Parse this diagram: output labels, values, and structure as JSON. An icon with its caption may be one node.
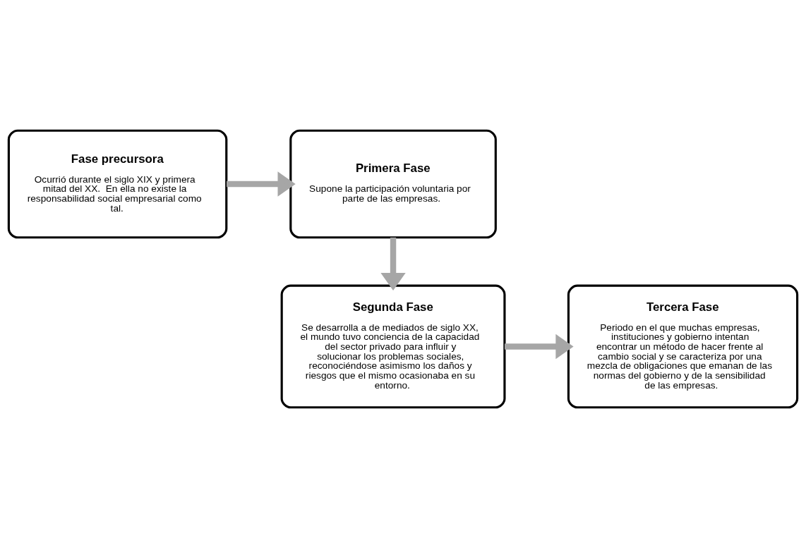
{
  "diagram": {
    "nodes": [
      {
        "text": [
          "Fase precursora",
          "Ocurrió durante el siglo XIX y primera mitad del XX.  En ella no existe la responsabilidad social empresarial como tal."
        ]
      },
      {
        "text": [
          "Primera Fase",
          "Supone la participación voluntaria por parte de las empresas."
        ]
      },
      {
        "text": [
          "Segunda Fase",
          "Se desarrolla a de mediados de siglo XX, el mundo tuvo conciencia de la capacidad del sector privado para influir y solucionar los problemas sociales, reconociéndose asimismo los daños y riesgos que el mismo ocasionaba en su entorno."
        ]
      },
      {
        "text": [
          "Tercera Fase",
          "Periodo en el que muchas empresas, instituciones y gobierno intentan encontrar un método de hacer frente al cambio social y se caracteriza por una mezcla de obligaciones que emanan de las normas del gobierno y de la sensibilidad de las empresas."
        ]
      }
    ],
    "edges": [
      {
        "from": 0,
        "to": 1,
        "arrow": "to"
      },
      {
        "from": 1,
        "to": 2,
        "arrow": "to"
      },
      {
        "from": 2,
        "to": 3,
        "arrow": "to"
      }
    ]
  }
}
